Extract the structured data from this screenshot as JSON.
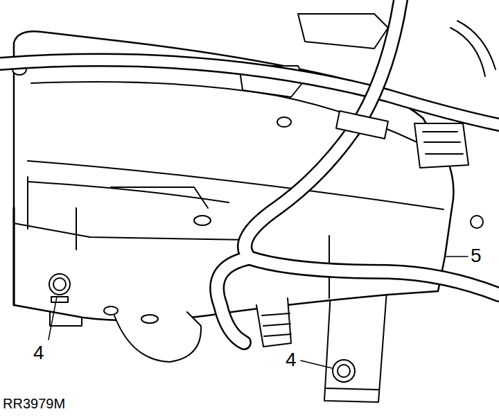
{
  "diagram": {
    "labels": [
      "4",
      "4",
      "5",
      "RR3979M"
    ]
  }
}
